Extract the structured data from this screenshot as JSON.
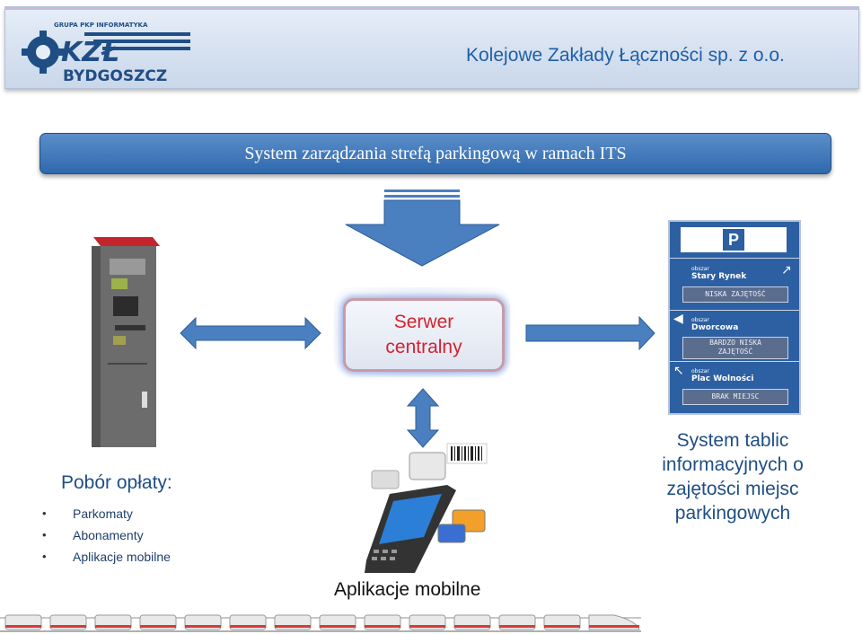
{
  "header": {
    "logo_group": "GRUPA PKP INFORMATYKA",
    "logo_mark": "KZŁ",
    "logo_city": "BYDGOSZCZ",
    "company_name": "Kolejowe Zakłady Łączności sp. z o.o."
  },
  "title": "System zarządzania strefą parkingową w ramach ITS",
  "server": {
    "line1": "Serwer",
    "line2": "centralny"
  },
  "payment": {
    "heading": "Pobór opłaty:",
    "items": [
      "Parkomaty",
      "Abonamenty",
      "Aplikacje mobilne"
    ]
  },
  "mobile": {
    "caption": "Aplikacje mobilne"
  },
  "signage": {
    "caption": "System tablic informacyjnych o zajętości miejsc parkingowych",
    "board": {
      "symbol": "P",
      "zones": [
        {
          "area_label": "obszar",
          "name": "Stary Rynek",
          "status_lines": [
            "NISKA ZAJĘTOŚĆ"
          ]
        },
        {
          "area_label": "obszar",
          "name": "Dworcowa",
          "status_lines": [
            "BARDZO NISKA",
            "ZAJĘTOŚĆ"
          ]
        },
        {
          "area_label": "obszar",
          "name": "Plac Wolności",
          "status_lines": [
            "BRAK MIEJSC"
          ]
        }
      ]
    }
  },
  "colors": {
    "title_bar": "#3a74b8",
    "arrow_fill": "#4a7fc0",
    "server_text": "#d4222f",
    "heading_text": "#1f4e85",
    "sign_background": "#2d5fa3"
  }
}
